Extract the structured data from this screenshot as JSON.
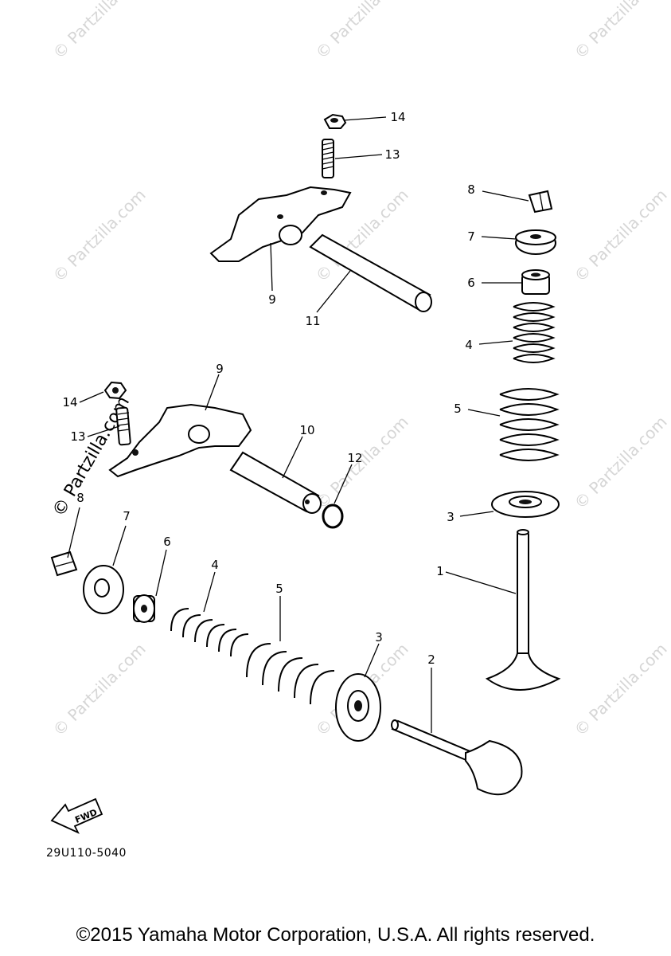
{
  "watermark": "© Partzilla.com",
  "callouts": {
    "c14a": "14",
    "c13a": "13",
    "c9a": "9",
    "c11": "11",
    "c8a": "8",
    "c7a": "7",
    "c6a": "6",
    "c4a": "4",
    "c5a": "5",
    "c3a": "3",
    "c1": "1",
    "c9b": "9",
    "c14b": "14",
    "c13b": "13",
    "c10": "10",
    "c12": "12",
    "c8b": "8",
    "c7b": "7",
    "c6b": "6",
    "c4b": "4",
    "c5b": "5",
    "c3b": "3",
    "c2": "2"
  },
  "fwd_label": "FWD",
  "diagram_ref": "29U110-5040",
  "copyright": "©2015 Yamaha Motor Corporation, U.S.A. All rights reserved."
}
